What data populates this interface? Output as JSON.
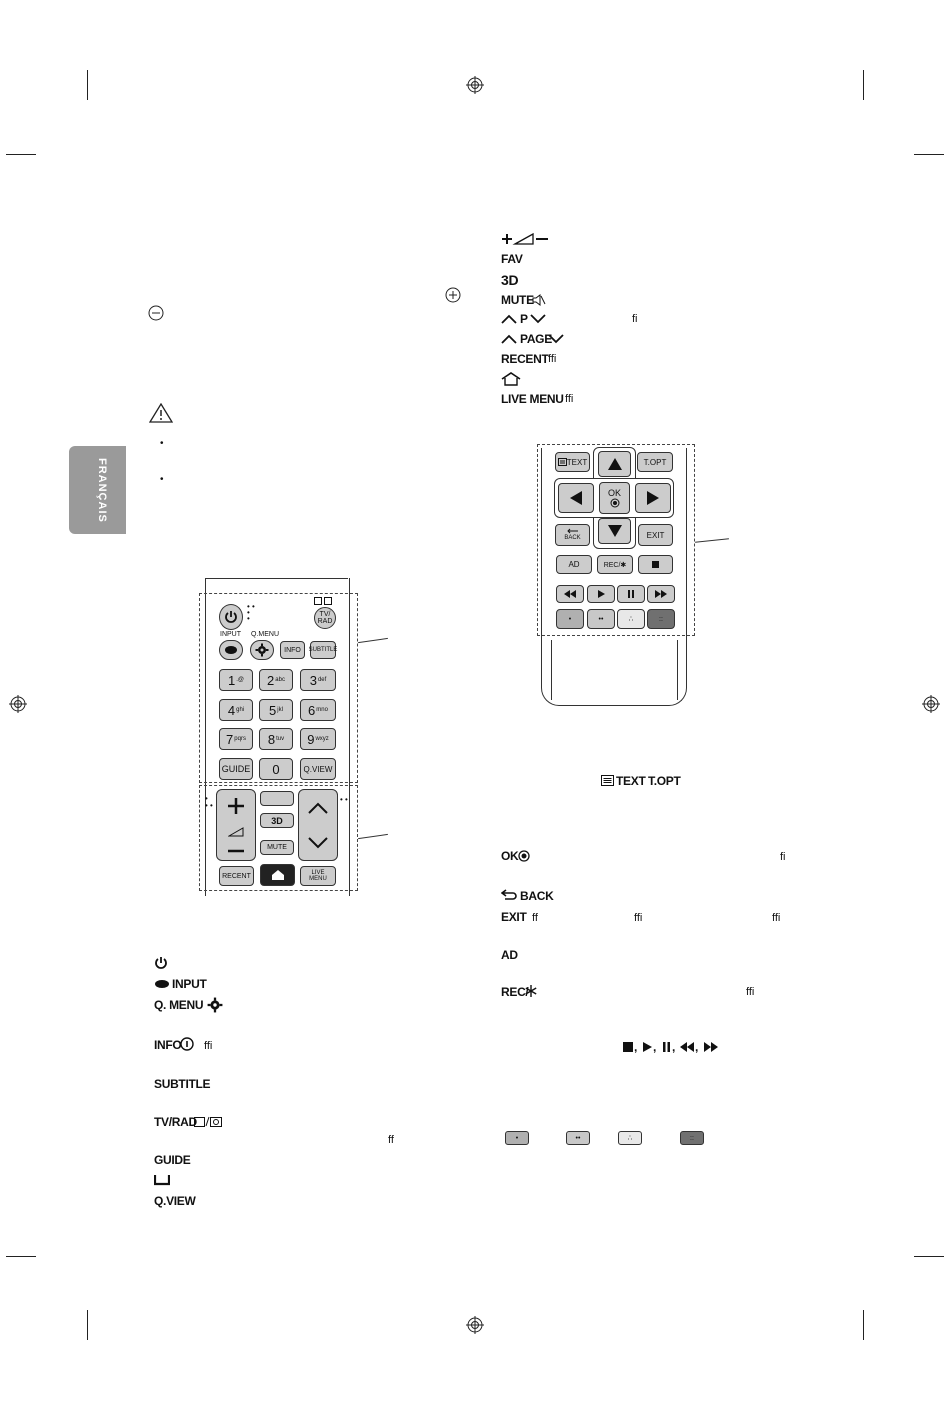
{
  "sidebar": {
    "language": "FRANÇAIS"
  },
  "left_labels": {
    "input": "INPUT",
    "qmenu": "Q. MENU",
    "info": "INFO",
    "info_lig": "ffi",
    "subtitle": "SUBTITLE",
    "tvrad": "TV/RAD",
    "tvrad_lig": "ff",
    "guide": "GUIDE",
    "qview": "Q.VIEW"
  },
  "right_labels": {
    "fav": "FAV",
    "three_d": "3D",
    "mute": "MUTE",
    "p": "P",
    "p_lig": "fi",
    "page": "PAGE",
    "recent": "RECENT",
    "recent_lig": "ffi",
    "live_menu": "LIVE MENU",
    "live_lig": "ffi"
  },
  "lower_labels": {
    "text": "TEXT",
    "topt": "T.OPT",
    "ok": "OK",
    "ok_lig": "fi",
    "back": "BACK",
    "exit": "EXIT",
    "exit_lig1": "ff",
    "exit_lig2": "ffi",
    "exit_lig3": "ffi",
    "ad": "AD",
    "rec": "REC/",
    "rec_lig": "ffi",
    "playback_sep": ","
  },
  "remote1": {
    "input": "INPUT",
    "qmenu": "Q.MENU",
    "info": "INFO",
    "subtitle": "SUBTITLE",
    "tv": "TV/",
    "rad": "RAD",
    "keys": [
      {
        "d": "1",
        "s": ".@"
      },
      {
        "d": "2",
        "s": "abc"
      },
      {
        "d": "3",
        "s": "def"
      },
      {
        "d": "4",
        "s": "ghi"
      },
      {
        "d": "5",
        "s": "jkl"
      },
      {
        "d": "6",
        "s": "mno"
      },
      {
        "d": "7",
        "s": "pqrs"
      },
      {
        "d": "8",
        "s": "tuv"
      },
      {
        "d": "9",
        "s": "wxyz"
      }
    ],
    "guide": "GUIDE",
    "zero": "0",
    "qview": "Q.VIEW",
    "three_d": "3D",
    "mute": "MUTE",
    "recent": "RECENT",
    "live": "LIVE",
    "menu": "MENU"
  },
  "remote2": {
    "text": "TEXT",
    "topt": "T.OPT",
    "ok": "OK",
    "back": "BACK",
    "exit": "EXIT",
    "ad": "AD",
    "rec": "REC/✱"
  },
  "colors": {
    "red": "#b0b0b0",
    "green": "#c8c8c8",
    "yellow": "#e8e8e8",
    "blue": "#707070"
  }
}
